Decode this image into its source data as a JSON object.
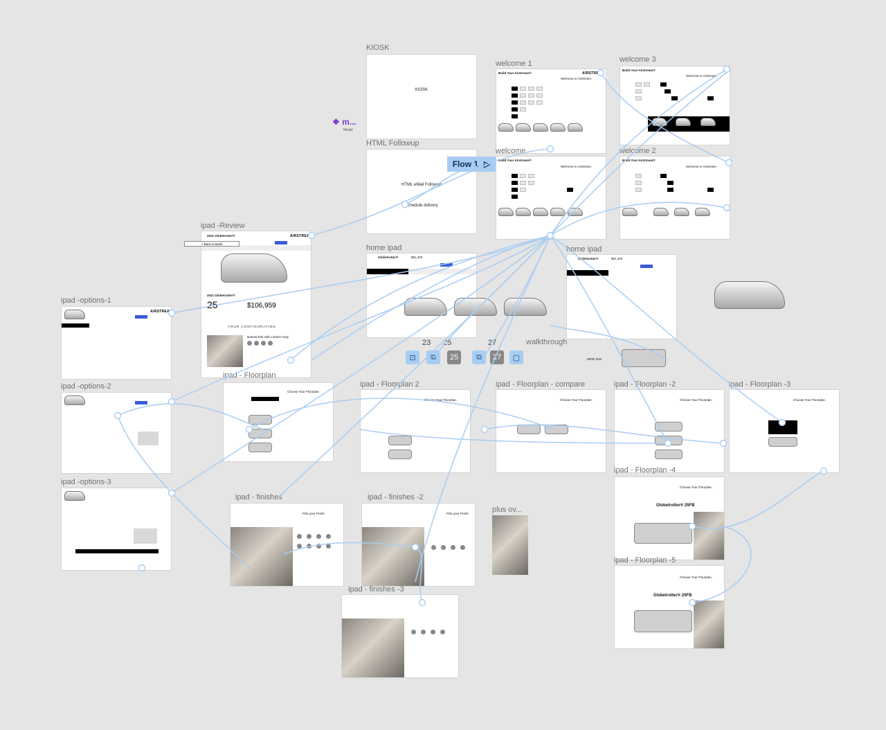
{
  "canvas": {
    "component_tag": "❖ m...",
    "component_sub": "Model",
    "flow_button": {
      "label": "Flow 1",
      "play": "▷"
    },
    "back_button": "< Back to Build"
  },
  "frames": {
    "kiosk": {
      "label": "KIOSK",
      "text": "KIOSK"
    },
    "html_followup": {
      "label": "HTML Followup",
      "line1": "HTML eMail Followup",
      "line2": "Schedule delivery"
    },
    "welcome_1": {
      "label": "welcome 1",
      "title": "Build Your Airstream®",
      "greeting": "Welcome to Airstream."
    },
    "welcome_3": {
      "label": "welcome 3",
      "title": "Build Your Airstream®",
      "greeting": "Welcome to Airstream."
    },
    "welcome": {
      "label": "welcome",
      "title": "Build Your Airstream®",
      "greeting": "Welcome to Airstream."
    },
    "welcome_2": {
      "label": "welcome 2",
      "title": "Build Your Airstream®",
      "greeting": "Welcome to Airstream."
    },
    "ipad_review": {
      "label": "ipad -Review",
      "model": "2021 Globetrotter®",
      "size": "25",
      "price": "$106,959",
      "config_heading": "YOUR CONFIGURATION",
      "finish": "Natural Elm with London Gray"
    },
    "home_ipad_1": {
      "label": "home ipad",
      "model": "Globetrotter®",
      "price": "$81,400"
    },
    "home_ipad_2": {
      "label": "home ipad",
      "model": "Globetrotter®",
      "price": "$81,400"
    },
    "ipad_options_1": {
      "label": "ipad -options-1"
    },
    "ipad_options_2": {
      "label": "ipad -options-2"
    },
    "ipad_options_3": {
      "label": "ipad -options-3"
    },
    "ipad_floorplan": {
      "label": "ipad - Floorplan",
      "heading": "Choose Your Floorplan."
    },
    "ipad_floorplan_2": {
      "label": "ipad - Floorplan 2",
      "heading": "Choose Your Floorplan."
    },
    "ipad_floorplan_compare": {
      "label": "ipad - Floorplan - compare",
      "heading": "Choose Your Floorplan."
    },
    "ipad_floorplan_minus2": {
      "label": "ipad - Floorplan -2",
      "heading": "Choose Your Floorplan."
    },
    "ipad_floorplan_minus3": {
      "label": "ipad - Floorplan -3",
      "heading": "Choose Your Floorplan."
    },
    "ipad_floorplan_minus4": {
      "label": "ipad - Floorplan -4",
      "heading": "Choose Your Floorplan.",
      "model": "Globetrotter® 25FB"
    },
    "ipad_floorplan_minus5": {
      "label": "ipad - Floorplan -5",
      "heading": "Choose Your Floorplan.",
      "model": "Globetrotter® 25FB"
    },
    "ipad_finishes": {
      "label": "ipad - finishes",
      "heading": "Pick your Finish"
    },
    "ipad_finishes_2": {
      "label": "ipad - finishes -2",
      "heading": "Pick your Finish"
    },
    "plus_ov": {
      "label": "plus ov..."
    },
    "ipad_finishes_3": {
      "label": "ipad - finishes -3"
    },
    "walkthrough": {
      "label": "walkthrough",
      "badge": "25FB Twin"
    }
  },
  "toolbar": {
    "nums": [
      "23",
      "25",
      "27"
    ]
  },
  "colors": {
    "canvas": "#e5e5e5",
    "wire": "#a8cdf2",
    "accent": "#3b5bdb",
    "component": "#7b3fcf"
  }
}
